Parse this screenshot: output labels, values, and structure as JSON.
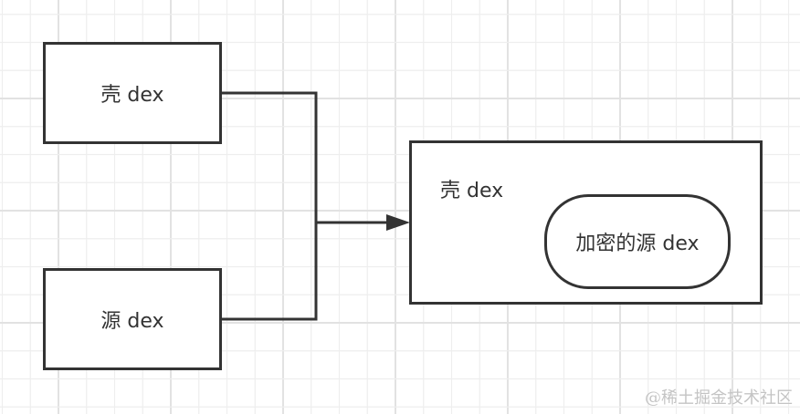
{
  "diagram": {
    "title": "",
    "nodes": {
      "shell_dex": {
        "label": "壳 dex"
      },
      "source_dex": {
        "label": "源 dex"
      },
      "output_container": {
        "label": "壳 dex"
      },
      "encrypted_source_dex": {
        "label": "加密的源 dex"
      }
    },
    "edges": [
      {
        "from": "shell_dex",
        "to": "output_container",
        "style": "orthogonal-merge"
      },
      {
        "from": "source_dex",
        "to": "output_container",
        "style": "orthogonal-merge"
      }
    ],
    "colors": {
      "stroke": "#333333",
      "grid_minor": "#eeeeee",
      "grid_major": "#e2e2e2",
      "watermark": "#c4c4c4"
    }
  },
  "watermark": "@稀土掘金技术社区"
}
